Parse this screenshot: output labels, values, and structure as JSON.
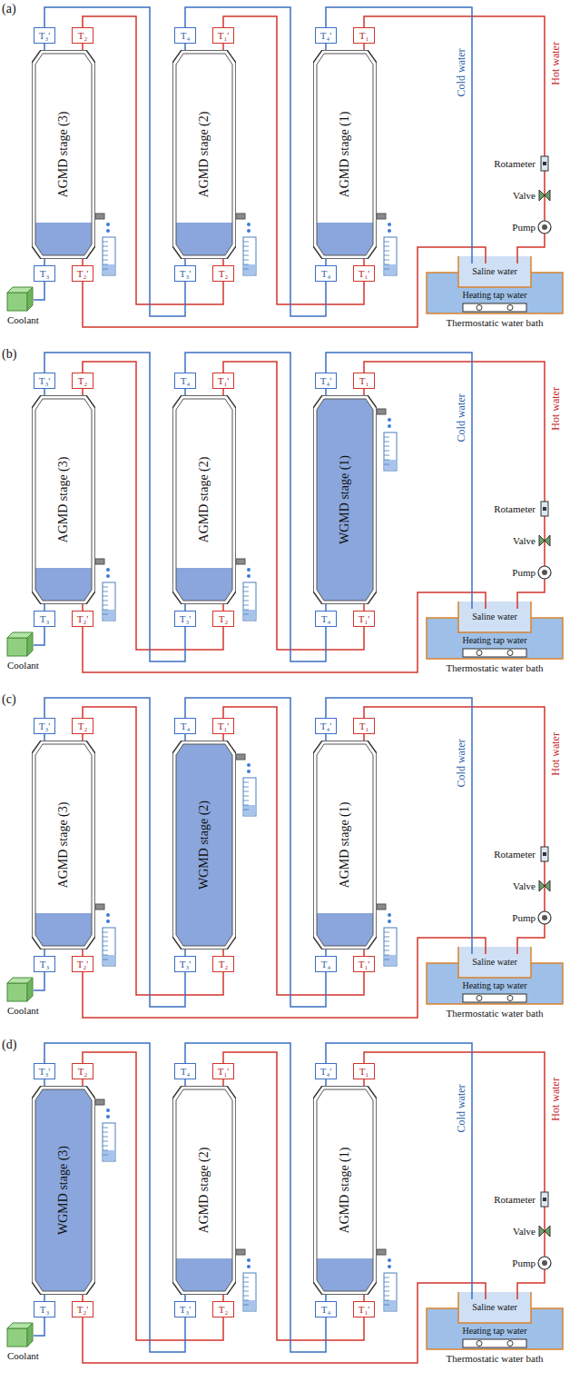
{
  "diagram": {
    "nodes": [
      {
        "text": [
          "T₃'"
        ]
      },
      {
        "text": [
          "T₂"
        ]
      },
      {
        "text": [
          "T₄"
        ]
      },
      {
        "text": [
          "T₁'"
        ]
      },
      {
        "text": [
          "T₄'"
        ]
      },
      {
        "text": [
          "T₁"
        ]
      },
      {
        "text": [
          "AGMD stage (3)"
        ]
      },
      {
        "text": [
          "AGMD stage (2)"
        ]
      },
      {
        "text": [
          "AGMD stage (1)"
        ]
      },
      {
        "text": [
          "T₃"
        ]
      },
      {
        "text": [
          "T₂'"
        ]
      },
      {
        "text": [
          "T₃'"
        ]
      },
      {
        "text": [
          "T₂"
        ]
      },
      {
        "text": [
          "T₄"
        ]
      },
      {
        "text": [
          "T₁'"
        ]
      },
      {
        "text": [
          "T₃'"
        ]
      },
      {
        "text": [
          "T₂"
        ]
      },
      {
        "text": [
          "T₄"
        ]
      },
      {
        "text": [
          "T₁'"
        ]
      },
      {
        "text": [
          "T₄'"
        ]
      },
      {
        "text": [
          "T₁"
        ]
      },
      {
        "text": [
          "AGMD stage (3)"
        ]
      },
      {
        "text": [
          "AGMD stage (2)"
        ]
      },
      {
        "text": [
          "WGMD stage (1)"
        ]
      },
      {
        "text": [
          "T₃"
        ]
      },
      {
        "text": [
          "T₂'"
        ]
      },
      {
        "text": [
          "T₃'"
        ]
      },
      {
        "text": [
          "T₂"
        ]
      },
      {
        "text": [
          "T₄"
        ]
      },
      {
        "text": [
          "T₁'"
        ]
      },
      {
        "text": [
          "T₃'"
        ]
      },
      {
        "text": [
          "T₂"
        ]
      },
      {
        "text": [
          "T₄"
        ]
      },
      {
        "text": [
          "T₁'"
        ]
      },
      {
        "text": [
          "T₄'"
        ]
      },
      {
        "text": [
          "T₁"
        ]
      },
      {
        "text": [
          "AGMD stage (3)"
        ]
      },
      {
        "text": [
          "WGMD stage (2)"
        ]
      },
      {
        "text": [
          "AGMD stage (1)"
        ]
      },
      {
        "text": [
          "T₃"
        ]
      },
      {
        "text": [
          "T₂'"
        ]
      },
      {
        "text": [
          "T₃'"
        ]
      },
      {
        "text": [
          "T₂"
        ]
      },
      {
        "text": [
          "T₄"
        ]
      },
      {
        "text": [
          "T₁'"
        ]
      },
      {
        "text": [
          "T₃'"
        ]
      },
      {
        "text": [
          "T₂"
        ]
      },
      {
        "text": [
          "T₄"
        ]
      },
      {
        "text": [
          "T₁'"
        ]
      },
      {
        "text": [
          "T₄'"
        ]
      },
      {
        "text": [
          "T₁"
        ]
      },
      {
        "text": [
          "WGMD stage (3)"
        ]
      },
      {
        "text": [
          "AGMD stage (2)"
        ]
      },
      {
        "text": [
          "AGMD stage (1)"
        ]
      },
      {
        "text": [
          "T₃"
        ]
      },
      {
        "text": [
          "T₂'"
        ]
      },
      {
        "text": [
          "T₃'"
        ]
      },
      {
        "text": [
          "T₂"
        ]
      },
      {
        "text": [
          "T₄"
        ]
      },
      {
        "text": [
          "T₁'"
        ]
      }
    ],
    "edges": [
      {
        "from": 0,
        "to": 6,
        "arrow": "none"
      },
      {
        "from": 1,
        "to": 6,
        "arrow": "none"
      },
      {
        "from": 2,
        "to": 7,
        "arrow": "none"
      },
      {
        "from": 3,
        "to": 7,
        "arrow": "none"
      },
      {
        "from": 4,
        "to": 8,
        "arrow": "none"
      },
      {
        "from": 5,
        "to": 8,
        "arrow": "none"
      },
      {
        "from": 9,
        "to": 6,
        "arrow": "none"
      },
      {
        "from": 10,
        "to": 6,
        "arrow": "none"
      },
      {
        "from": 11,
        "to": 7,
        "arrow": "none"
      },
      {
        "from": 12,
        "to": 7,
        "arrow": "none"
      },
      {
        "from": 13,
        "to": 8,
        "arrow": "none"
      },
      {
        "from": 14,
        "to": 8,
        "arrow": "none"
      },
      {
        "from": 14,
        "to": 3,
        "arrow": "none"
      },
      {
        "from": 12,
        "to": 1,
        "arrow": "none"
      },
      {
        "from": 0,
        "to": 11,
        "arrow": "none"
      },
      {
        "from": 2,
        "to": 13,
        "arrow": "none"
      },
      {
        "from": 15,
        "to": 21,
        "arrow": "none"
      },
      {
        "from": 16,
        "to": 21,
        "arrow": "none"
      },
      {
        "from": 17,
        "to": 22,
        "arrow": "none"
      },
      {
        "from": 18,
        "to": 22,
        "arrow": "none"
      },
      {
        "from": 19,
        "to": 23,
        "arrow": "none"
      },
      {
        "from": 20,
        "to": 23,
        "arrow": "none"
      },
      {
        "from": 24,
        "to": 21,
        "arrow": "none"
      },
      {
        "from": 25,
        "to": 21,
        "arrow": "none"
      },
      {
        "from": 26,
        "to": 22,
        "arrow": "none"
      },
      {
        "from": 27,
        "to": 22,
        "arrow": "none"
      },
      {
        "from": 28,
        "to": 23,
        "arrow": "none"
      },
      {
        "from": 29,
        "to": 23,
        "arrow": "none"
      },
      {
        "from": 29,
        "to": 18,
        "arrow": "none"
      },
      {
        "from": 27,
        "to": 16,
        "arrow": "none"
      },
      {
        "from": 15,
        "to": 26,
        "arrow": "none"
      },
      {
        "from": 17,
        "to": 28,
        "arrow": "none"
      },
      {
        "from": 30,
        "to": 36,
        "arrow": "none"
      },
      {
        "from": 31,
        "to": 36,
        "arrow": "none"
      },
      {
        "from": 32,
        "to": 37,
        "arrow": "none"
      },
      {
        "from": 33,
        "to": 37,
        "arrow": "none"
      },
      {
        "from": 34,
        "to": 38,
        "arrow": "none"
      },
      {
        "from": 35,
        "to": 38,
        "arrow": "none"
      },
      {
        "from": 39,
        "to": 36,
        "arrow": "none"
      },
      {
        "from": 40,
        "to": 36,
        "arrow": "none"
      },
      {
        "from": 41,
        "to": 37,
        "arrow": "none"
      },
      {
        "from": 42,
        "to": 37,
        "arrow": "none"
      },
      {
        "from": 43,
        "to": 38,
        "arrow": "none"
      },
      {
        "from": 44,
        "to": 38,
        "arrow": "none"
      },
      {
        "from": 44,
        "to": 33,
        "arrow": "none"
      },
      {
        "from": 42,
        "to": 31,
        "arrow": "none"
      },
      {
        "from": 30,
        "to": 41,
        "arrow": "none"
      },
      {
        "from": 32,
        "to": 43,
        "arrow": "none"
      },
      {
        "from": 45,
        "to": 51,
        "arrow": "none"
      },
      {
        "from": 46,
        "to": 51,
        "arrow": "none"
      },
      {
        "from": 47,
        "to": 52,
        "arrow": "none"
      },
      {
        "from": 48,
        "to": 52,
        "arrow": "none"
      },
      {
        "from": 49,
        "to": 53,
        "arrow": "none"
      },
      {
        "from": 50,
        "to": 53,
        "arrow": "none"
      },
      {
        "from": 54,
        "to": 51,
        "arrow": "none"
      },
      {
        "from": 55,
        "to": 51,
        "arrow": "none"
      },
      {
        "from": 56,
        "to": 52,
        "arrow": "none"
      },
      {
        "from": 57,
        "to": 52,
        "arrow": "none"
      },
      {
        "from": 58,
        "to": 53,
        "arrow": "none"
      },
      {
        "from": 59,
        "to": 53,
        "arrow": "none"
      },
      {
        "from": 59,
        "to": 48,
        "arrow": "none"
      },
      {
        "from": 57,
        "to": 46,
        "arrow": "none"
      },
      {
        "from": 45,
        "to": 56,
        "arrow": "none"
      },
      {
        "from": 47,
        "to": 58,
        "arrow": "none"
      }
    ],
    "labels": [
      "(a)",
      "Cold water",
      "Hot water",
      "Rotameter",
      "Valve",
      "Pump",
      "Saline water",
      "Heating tap water",
      "Thermostatic water bath",
      "Coolant",
      "(b)",
      "Cold water",
      "Hot water",
      "Rotameter",
      "Valve",
      "Pump",
      "Saline water",
      "Heating tap water",
      "Thermostatic water bath",
      "Coolant",
      "(c)",
      "Cold water",
      "Hot water",
      "Rotameter",
      "Valve",
      "Pump",
      "Saline water",
      "Heating tap water",
      "Thermostatic water bath",
      "Coolant",
      "(d)",
      "Cold water",
      "Hot water",
      "Rotameter",
      "Valve",
      "Pump",
      "Saline water",
      "Heating tap water",
      "Thermostatic water bath",
      "Coolant"
    ]
  }
}
